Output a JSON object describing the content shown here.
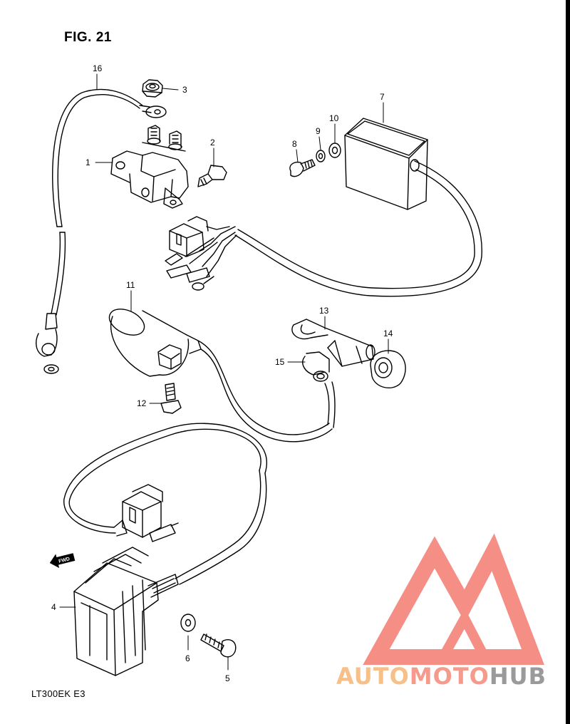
{
  "figure": {
    "title": "FIG. 21",
    "model_code": "LT300EK  E3"
  },
  "callouts": [
    {
      "id": "16",
      "label": "16"
    },
    {
      "id": "3",
      "label": "3"
    },
    {
      "id": "1",
      "label": "1"
    },
    {
      "id": "2",
      "label": "2"
    },
    {
      "id": "8",
      "label": "8"
    },
    {
      "id": "9",
      "label": "9"
    },
    {
      "id": "10",
      "label": "10"
    },
    {
      "id": "7",
      "label": "7"
    },
    {
      "id": "11",
      "label": "11"
    },
    {
      "id": "12",
      "label": "12"
    },
    {
      "id": "13",
      "label": "13"
    },
    {
      "id": "14",
      "label": "14"
    },
    {
      "id": "15",
      "label": "15"
    },
    {
      "id": "4",
      "label": "4"
    },
    {
      "id": "6",
      "label": "6"
    },
    {
      "id": "5",
      "label": "5"
    }
  ],
  "direction_arrow": {
    "label": "FWD"
  },
  "watermark": {
    "part_a": "AUTO",
    "part_b": "MOTO",
    "part_c": "HUB",
    "color_a": "#f7c089",
    "color_b": "#f59b8d",
    "color_c": "#9a9a9a",
    "logo_color": "#f47c72"
  }
}
